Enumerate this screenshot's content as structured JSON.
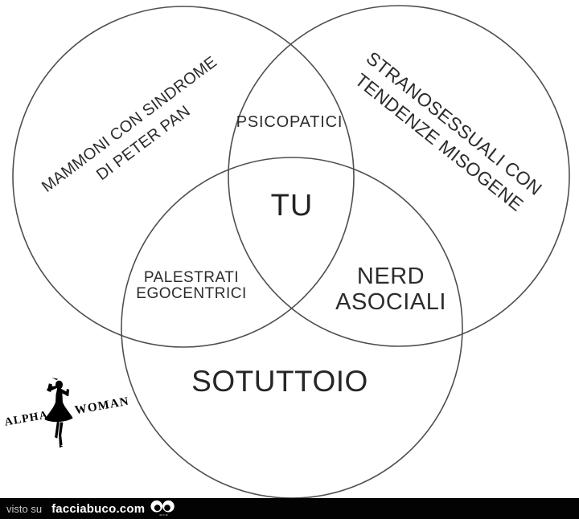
{
  "diagram": {
    "type": "venn3",
    "venn": {
      "sets": [
        {
          "position": "top-left",
          "label": "MAMMONI CON SINDROME\nDI PETER PAN"
        },
        {
          "position": "top-right",
          "label": "STRANOSESSUALI CON\nTENDENZE MISOGENE"
        },
        {
          "position": "bottom",
          "label": "SOTUTTOIO"
        }
      ],
      "overlaps": {
        "left_right": "PSICOPATICI",
        "left_bottom": "PALESTRATI\nEGOCENTRICI",
        "right_bottom": "NERD\nASOCIALI",
        "center": "TU"
      }
    }
  },
  "logo": {
    "word_left": "ALPHA",
    "word_right": "WOMAN",
    "icon": "woman-silhouette"
  },
  "footer": {
    "visto_su": "visto su",
    "site": "facciabuco.com",
    "icon": "googly-eyes"
  },
  "colors": {
    "background": "#ffffff",
    "circle_stroke": "#4f4f4f",
    "label_text": "#2c2c2c",
    "logo_black": "#000000",
    "footer_bg": "#030303",
    "footer_muted": "#c9c9c9",
    "footer_brand": "#ffffff"
  }
}
